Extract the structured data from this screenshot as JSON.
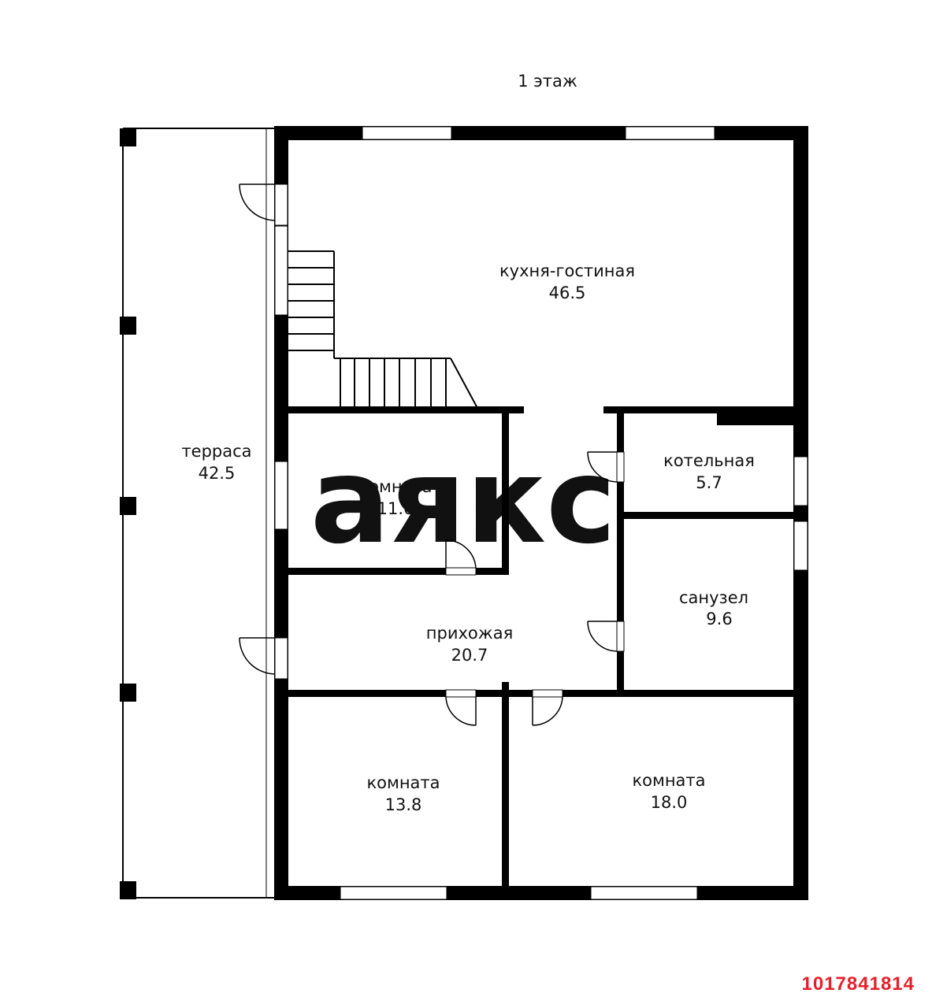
{
  "floor_title": "1 этаж",
  "watermark": "аякс",
  "listing_id": "1017841814",
  "colors": {
    "wall": "#000000",
    "id_red": "#e5202a",
    "watermark": "#ececec"
  },
  "rooms": [
    {
      "id": "terrace",
      "name": "терраса",
      "area": "42.5"
    },
    {
      "id": "kitchen-living",
      "name": "кухня-гостиная",
      "area": "46.5"
    },
    {
      "id": "room-a",
      "name": "комната",
      "area": "11.6"
    },
    {
      "id": "boiler",
      "name": "котельная",
      "area": "5.7"
    },
    {
      "id": "bathroom",
      "name": "санузел",
      "area": "9.6"
    },
    {
      "id": "hallway",
      "name": "прихожая",
      "area": "20.7"
    },
    {
      "id": "room-b",
      "name": "комната",
      "area": "13.8"
    },
    {
      "id": "room-c",
      "name": "комната",
      "area": "18.0"
    }
  ]
}
